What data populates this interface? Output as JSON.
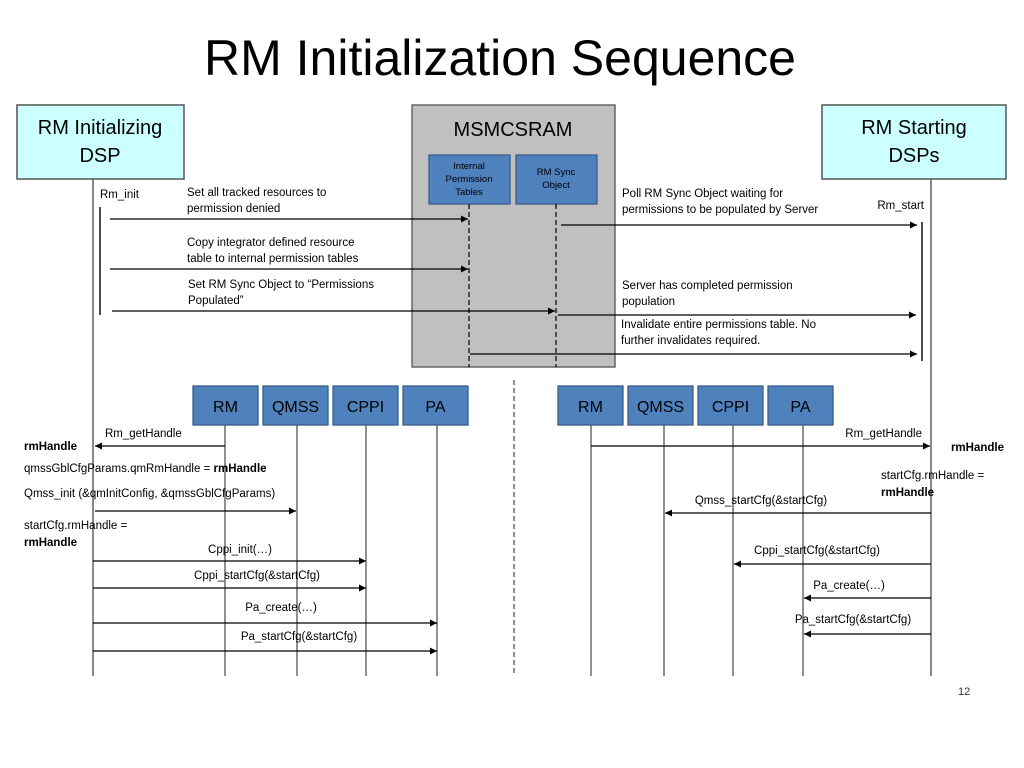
{
  "title": "RM Initialization Sequence",
  "colors": {
    "actor_fill": "#ccffff",
    "actor_stroke": "#555555",
    "module_fill": "#4f81bd",
    "module_stroke": "#385d8a",
    "memory_fill": "#c0c0c0",
    "memory_stroke": "#666666",
    "line": "#000000",
    "lifeline": "#555555"
  },
  "actors": {
    "initializing": [
      "RM Initializing",
      "DSP"
    ],
    "starting": [
      "RM Starting",
      "DSPs"
    ],
    "memory": "MSMCSRAM",
    "permission_tables": [
      "Internal",
      "Permission",
      "Tables"
    ],
    "sync_object": [
      "RM Sync",
      "Object"
    ]
  },
  "labels": {
    "rm_init": "Rm_init",
    "rm_start": "Rm_start"
  },
  "top_messages": [
    {
      "id": "set-denied",
      "text": [
        "Set all tracked resources to",
        "permission denied"
      ]
    },
    {
      "id": "copy-table",
      "text": [
        "Copy integrator defined resource",
        "table to internal permission tables"
      ]
    },
    {
      "id": "set-sync",
      "text": [
        "Set RM Sync Object to “Permissions",
        "Populated”"
      ]
    },
    {
      "id": "poll-sync",
      "text": [
        "Poll RM Sync Object waiting for",
        "permissions to be populated by Server"
      ]
    },
    {
      "id": "server-complete",
      "text": [
        "Server has completed permission",
        "population"
      ]
    },
    {
      "id": "invalidate",
      "text": [
        "Invalidate entire permissions table.  No",
        "further invalidates required."
      ]
    }
  ],
  "modules": [
    "RM",
    "QMSS",
    "CPPI",
    "PA"
  ],
  "left_sequence": {
    "get_handle": "Rm_getHandle",
    "rm_handle": "rmHandle",
    "qmss_assign_prefix": "qmssGblCfgParams.qmRmHandle = ",
    "qmss_assign_value": "rmHandle",
    "qmss_init": "Qmss_init (&qmInitConfig, &qmssGblCfgParams)",
    "startcfg_assign": "startCfg.rmHandle =",
    "startcfg_value": "rmHandle",
    "calls": [
      {
        "text": "Cppi_init(…)",
        "target": "CPPI"
      },
      {
        "text": "Cppi_startCfg(&startCfg)",
        "target": "CPPI"
      },
      {
        "text": "Pa_create(…)",
        "target": "PA"
      },
      {
        "text": "Pa_startCfg(&startCfg)",
        "target": "PA"
      }
    ]
  },
  "right_sequence": {
    "get_handle": "Rm_getHandle",
    "rm_handle": "rmHandle",
    "startcfg_assign": "startCfg.rmHandle =",
    "startcfg_value": "rmHandle",
    "calls": [
      {
        "text": "Qmss_startCfg(&startCfg)",
        "target": "QMSS"
      },
      {
        "text": "Cppi_startCfg(&startCfg)",
        "target": "CPPI"
      },
      {
        "text": "Pa_create(…)",
        "target": "PA"
      },
      {
        "text": "Pa_startCfg(&startCfg)",
        "target": "PA"
      }
    ]
  },
  "page_number": "12"
}
